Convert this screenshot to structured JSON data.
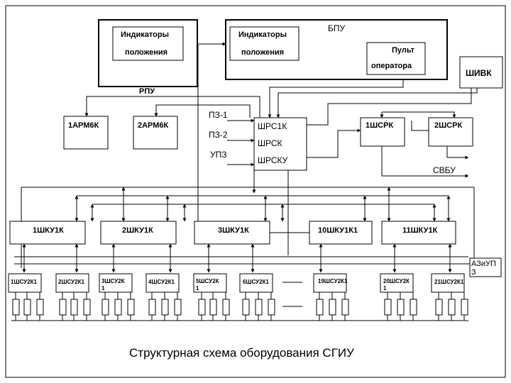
{
  "diagram": {
    "bpu_title": "БПУ",
    "indicator_top": "Индикаторы",
    "indicator_bottom": "положения",
    "panel_top": "Пульт",
    "panel_bottom": "оператора",
    "shivk": "ШИВК",
    "rpu": "РПУ",
    "arm1": "1АРМ6К",
    "arm2": "2АРМ6К",
    "pz1": "ПЗ-1",
    "pz2": "ПЗ-2",
    "upz": "УПЗ",
    "shrs1k": "ШРС1К",
    "shrsk": "ШРСК",
    "shrsku": "ШРСКУ",
    "shsrk1": "1ШСРК",
    "shsrk2": "2ШСРК",
    "svbu": "СВБУ",
    "shku": [
      "1ШКУ1К",
      "2ШКУ1К",
      "3ШКУ1К",
      "10ШКУ1К1",
      "11ШКУ1К"
    ],
    "shsu": [
      "1ШСУ2К1",
      "2ШСУ2К1",
      "3ШСУ2К 1",
      "4ШСУ2К1",
      "5ШСУ2К 1",
      "6ШСУ2К1",
      "19ШСУ2К1",
      "20ШСУ2К 1",
      "21ШСУ2К1"
    ],
    "aziup": "АЗиУП З",
    "caption": "Структурная схема оборудования СГИУ"
  }
}
